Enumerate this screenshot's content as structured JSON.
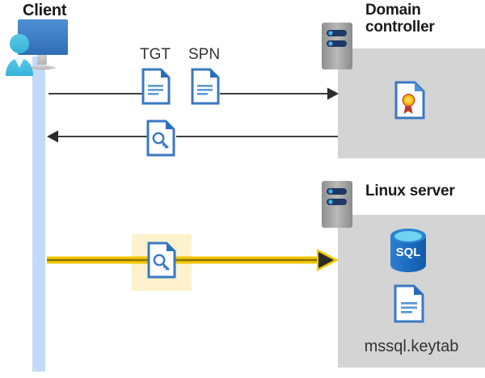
{
  "diagram": {
    "title_client": "Client",
    "title_domain_controller": "Domain\ncontroller",
    "title_linux_server": "Linux server",
    "colors": {
      "panel_gray": "#d4d4d4",
      "lifeline_blue": "#c2dbfb",
      "doc_outline_blue": "#3a78c3",
      "doc_fold_blue": "#2b6cb8",
      "doc_line_blue": "#5b9bd5",
      "sql_blue": "#1f6fc4",
      "sql_top_blue": "#4fc3e8",
      "arrow_gray": "#3f3f3f",
      "arrow_yellow": "#f2c700",
      "arrow_yellow_core": "#8a7400",
      "highlight_yellow": "#fdf2cd",
      "server_body_gray": "#9d9d9d",
      "server_pill_navy": "#1f3864",
      "server_dot_blue": "#46b4e8",
      "cert_gold": "#f2c200",
      "cert_ribbon_red": "#c0392b",
      "text_dark": "#1a1a1a",
      "text_body": "#333333"
    }
  },
  "client": {
    "label": "Client",
    "icon": "workstation-user-icon"
  },
  "domain_controller": {
    "label_line1": "Domain",
    "label_line2": "controller",
    "server_icon": "server-rack-icon",
    "contents": [
      {
        "icon": "certificate-document-icon",
        "label": ""
      }
    ]
  },
  "linux_server": {
    "label": "Linux server",
    "server_icon": "server-rack-icon",
    "contents": [
      {
        "icon": "sql-database-icon",
        "label": "SQL"
      },
      {
        "icon": "document-icon",
        "label": "mssql.keytab"
      }
    ],
    "keytab_filename": "mssql.keytab",
    "sql_text": "SQL"
  },
  "flows": [
    {
      "id": "flow-request",
      "direction": "right",
      "style": "gray",
      "from": "client",
      "to": "domain-controller",
      "labels": [
        "TGT",
        "SPN"
      ],
      "icons": [
        "document-icon",
        "document-icon"
      ]
    },
    {
      "id": "flow-response",
      "direction": "left",
      "style": "gray",
      "from": "domain-controller",
      "to": "client",
      "labels": [],
      "icons": [
        "key-document-icon"
      ]
    },
    {
      "id": "flow-ticket",
      "direction": "right",
      "style": "yellow-highlight",
      "from": "client",
      "to": "linux-server",
      "labels": [],
      "icons": [
        "key-document-icon"
      ]
    }
  ],
  "labels": {
    "tgt": "TGT",
    "spn": "SPN"
  }
}
